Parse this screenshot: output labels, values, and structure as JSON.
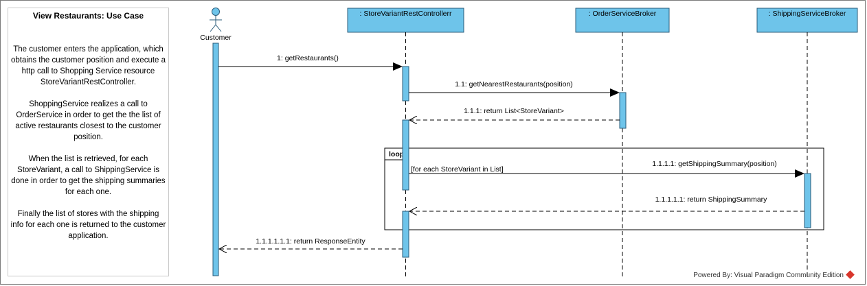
{
  "note": {
    "title": "View Restaurants: Use Case",
    "paragraphs": [
      "The customer enters the application, which obtains the customer position and execute a http call to Shopping Service resource StoreVariantRestController.",
      "ShoppingService realizes a call to OrderService in order to get the the list of active restaurants closest to the customer position.",
      "When the list is retrieved, for each StoreVariant, a call to ShippingService is done in order to get the shipping summaries for each one.",
      "Finally the list of stores with the shipping info for each one is returned to the customer application."
    ]
  },
  "actor": {
    "name": "Customer"
  },
  "lifelines": [
    {
      "name": ": StoreVariantRestControllerr"
    },
    {
      "name": ": OrderServiceBroker"
    },
    {
      "name": ": ShippingServiceBroker"
    }
  ],
  "messages": [
    {
      "label": "1: getRestaurants()"
    },
    {
      "label": "1.1: getNearestRestaurants(position)"
    },
    {
      "label": "1.1.1: return List<StoreVariant>"
    },
    {
      "label": "1.1.1.1: getShippingSummary(position)"
    },
    {
      "label": "1.1.1.1.1: return ShippingSummary"
    },
    {
      "label": "1.1.1.1.1.1: return ResponseEntity"
    }
  ],
  "loop": {
    "operator": "loop",
    "guard": "[for each StoreVariant in List]"
  },
  "footer": {
    "text": "Powered By: Visual Paradigm Community Edition"
  },
  "colors": {
    "lifeline_fill": "#6ec4ea",
    "lifeline_border": "#2a5b7a",
    "logo": "#d8362c"
  }
}
